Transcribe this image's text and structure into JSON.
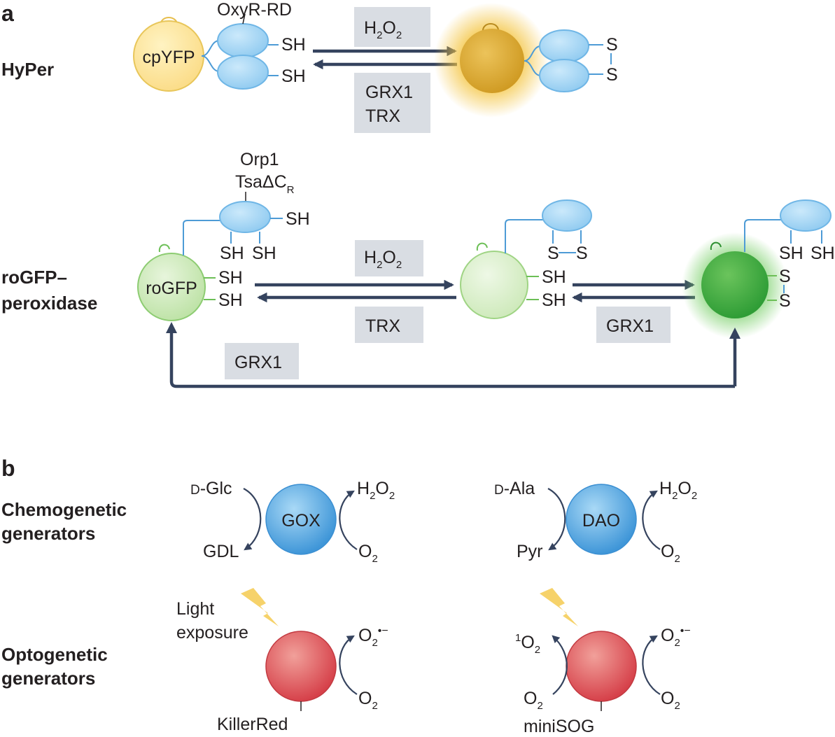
{
  "panels": {
    "a": "a",
    "b": "b"
  },
  "hyper": {
    "title": "HyPer",
    "domain_label": "OxyR-RD",
    "protein_label": "cpYFP",
    "thiol": "SH",
    "disulfide_s": "S",
    "forward": "H2O2",
    "reverse_1": "GRX1",
    "reverse_2": "TRX"
  },
  "rogfp": {
    "title_1": "roGFP–",
    "title_2": "peroxidase",
    "domain_label_1": "Orp1",
    "domain_label_2_main": "TsaΔC",
    "domain_label_2_sub": "R",
    "protein_label": "roGFP",
    "thiol": "SH",
    "disulfide_s": "S",
    "step1_forward": "H2O2",
    "step1_reverse": "TRX",
    "step2_reverse": "GRX1",
    "loop_label": "GRX1"
  },
  "chemogenetic": {
    "title_1": "Chemogenetic",
    "title_2": "generators",
    "gox": {
      "enzyme": "GOX",
      "substrate": "D-Glc",
      "product": "GDL",
      "oxidant": "O2",
      "output": "H2O2"
    },
    "dao": {
      "enzyme": "DAO",
      "substrate": "D-Ala",
      "product": "Pyr",
      "oxidant": "O2",
      "output": "H2O2"
    }
  },
  "optogenetic": {
    "title_1": "Optogenetic",
    "title_2": "generators",
    "light_1": "Light",
    "light_2": "exposure",
    "killerred": {
      "name": "KillerRed",
      "input": "O2",
      "output": "O2•−"
    },
    "minisog": {
      "name": "miniSOG",
      "input": "O2",
      "output": "O2•−",
      "singlet": "1O2"
    }
  },
  "colors": {
    "yellow": "#fbe39a",
    "gold": "#dcaa32",
    "blue": "#9fd3f3",
    "green_light": "#d6ecc4",
    "green_dark": "#3fae3f",
    "red": "#e0535a",
    "arrow": "#35435e",
    "box": "#d9dde3"
  }
}
